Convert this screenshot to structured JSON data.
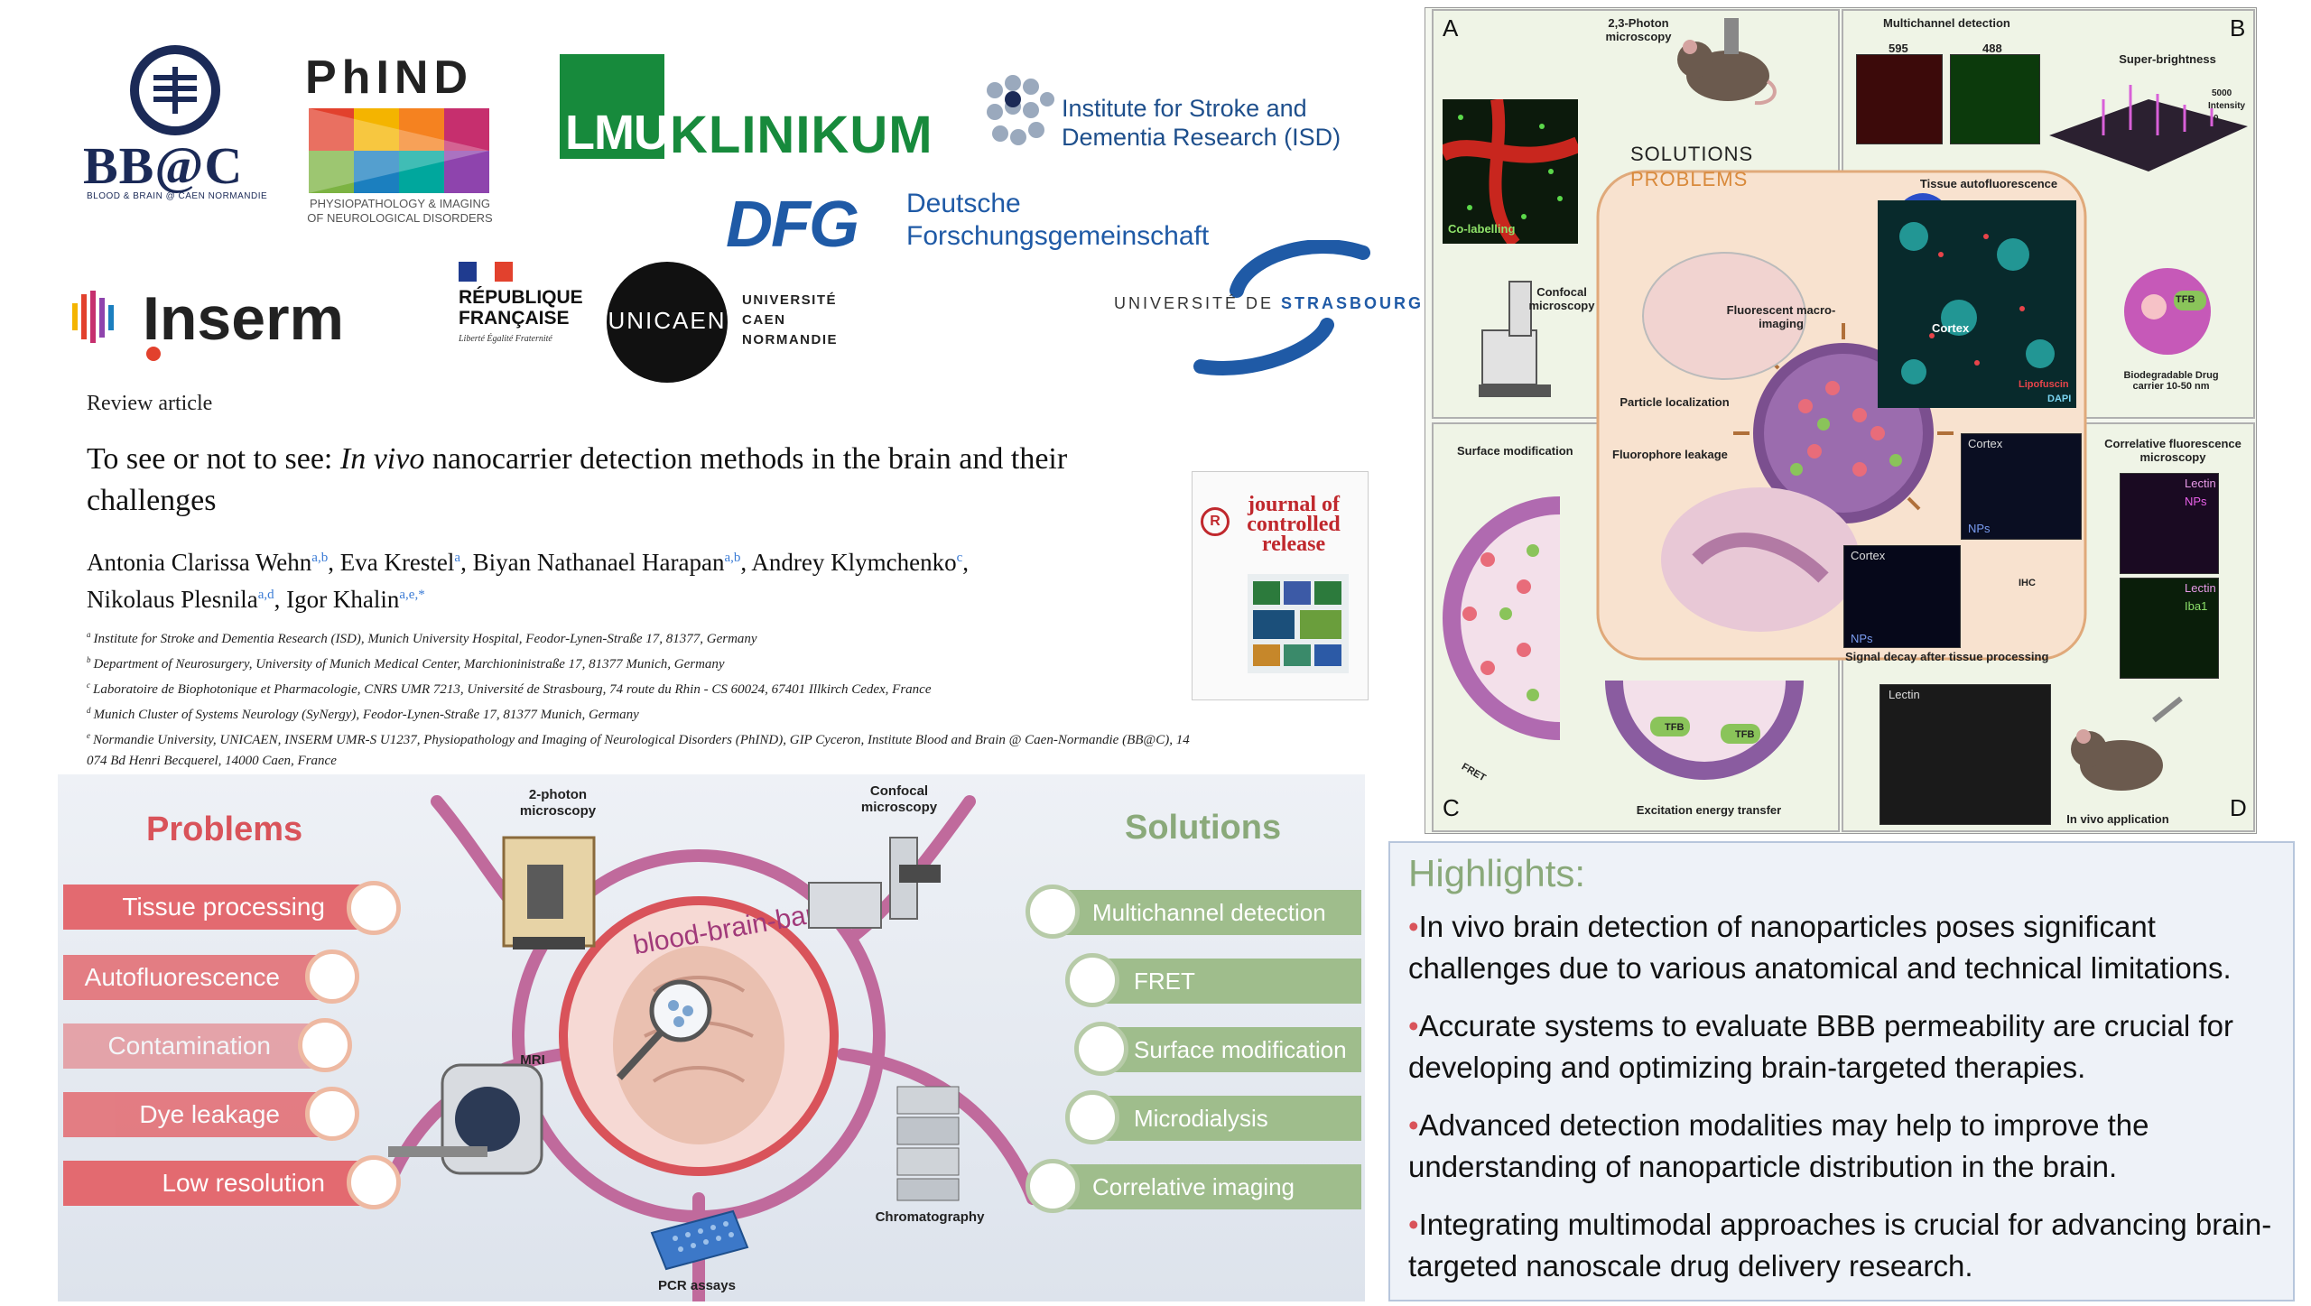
{
  "logos": {
    "bbc": {
      "title": "BB@C",
      "subtitle": "BLOOD & BRAIN @ CAEN NORMANDIE"
    },
    "phind": {
      "title": "PhIND",
      "subtitle": "PHYSIOPATHOLOGY & IMAGING OF NEUROLOGICAL DISORDERS"
    },
    "lmu": {
      "mark": "LMU",
      "text": "KLINIKUM"
    },
    "isd": {
      "text": "Institute for Stroke and Dementia Research (ISD)"
    },
    "dfg": {
      "mark": "DFG",
      "text": "Deutsche Forschungsgemeinschaft"
    },
    "inserm": {
      "text": "Inserm"
    },
    "republique": {
      "text": "RÉPUBLIQUE FRANÇAISE",
      "motto": "Liberté Égalité Fraternité"
    },
    "unicaen": {
      "mark": "UNICAEN",
      "text": "UNIVERSITÉ CAEN NORMANDIE"
    },
    "strasbourg": {
      "prefix": "UNIVERSITÉ DE ",
      "name": "STRASBOURG"
    }
  },
  "article": {
    "type": "Review article",
    "title_pre": "To see or not to see: ",
    "title_italic": "In vivo",
    "title_post": " nanocarrier detection methods in the brain and their challenges",
    "authors": [
      {
        "name": "Antonia Clarissa Wehn",
        "sup": "a,b",
        "sep": ", "
      },
      {
        "name": "Eva Krestel",
        "sup": "a",
        "sep": ", "
      },
      {
        "name": "Biyan Nathanael Harapan",
        "sup": "a,b",
        "sep": ", "
      },
      {
        "name": "Andrey Klymchenko",
        "sup": "c",
        "sep": ", "
      },
      {
        "name": "Nikolaus Plesnila",
        "sup": "a,d",
        "sep": ", "
      },
      {
        "name": "Igor Khalin",
        "sup": "a,e,*",
        "sep": ""
      }
    ],
    "affiliations": [
      {
        "key": "a",
        "text": "Institute for Stroke and Dementia Research (ISD), Munich University Hospital, Feodor-Lynen-Straße 17, 81377, Germany"
      },
      {
        "key": "b",
        "text": "Department of Neurosurgery, University of Munich Medical Center, Marchioninistraße 17, 81377 Munich, Germany"
      },
      {
        "key": "c",
        "text": "Laboratoire de Biophotonique et Pharmacologie, CNRS UMR 7213, Université de Strasbourg, 74 route du Rhin - CS 60024, 67401 Illkirch Cedex, France"
      },
      {
        "key": "d",
        "text": "Munich Cluster of Systems Neurology (SyNergy), Feodor-Lynen-Straße 17, 81377 Munich, Germany"
      },
      {
        "key": "e",
        "text": "Normandie University, UNICAEN, INSERM UMR-S U1237, Physiopathology and Imaging of Neurological Disorders (PhIND), GIP Cyceron, Institute Blood and Brain @ Caen-Normandie (BB@C), 14 074 Bd Henri Becquerel, 14000 Caen, France"
      }
    ],
    "journal": {
      "name": "journal of controlled release",
      "logo": "R"
    }
  },
  "graphical_abstract": {
    "problems_title": "Problems",
    "solutions_title": "Solutions",
    "problems": [
      "Tissue processing",
      "Autofluorescence",
      "Contamination",
      "Dye leakage",
      "Low resolution"
    ],
    "solutions": [
      "Multichannel detection",
      "FRET",
      "Surface modification",
      "Microdialysis",
      "Correlative imaging"
    ],
    "instruments": {
      "two_photon": "2-photon microscopy",
      "confocal": "Confocal microscopy",
      "mri": "MRI",
      "chromatography": "Chromatography",
      "pcr": "PCR assays"
    },
    "bbb_label": "blood-brain-barrier",
    "colors": {
      "problem": "#e36a70",
      "solution": "#9fbd8c",
      "bbb": "#a13a7a"
    }
  },
  "figure": {
    "panel_letters": [
      "A",
      "B",
      "C",
      "D"
    ],
    "center_title_1": "SOLUTIONS",
    "center_title_2": "PROBLEMS",
    "labels": {
      "photon": "2,3-Photon microscopy",
      "colabelling": "Co-labelling",
      "confocal": "Confocal microscopy",
      "particle": "Particle localization",
      "fluor_macro": "Fluorescent macro-imaging",
      "multichannel": "Multichannel detection",
      "ch595": "595",
      "ch488": "488",
      "superbright": "Super-brightness",
      "intensity_max": "5000",
      "intensity_label": "Intensity",
      "intensity_min": "0",
      "autofluor": "Tissue autofluorescence",
      "cortex": "Cortex",
      "lipofuscin": "Lipofuscin",
      "dapi": "DAPI",
      "tfb": "TFB",
      "biodegradable": "Biodegradable Drug carrier 10-50 nm",
      "surface_mod": "Surface modification",
      "fluor_leak": "Fluorophore leakage",
      "cortex_c": "Cortex",
      "nps": "NPs",
      "cortex_d": "Cortex",
      "nps_d": "NPs",
      "ihc": "IHC",
      "signal_decay": "Signal decay after tissue processing",
      "clem": "Correlative fluorescence microscopy",
      "lectin": "Lectin",
      "nps_clem": "NPs",
      "lectin2": "Lectin",
      "iba1": "Iba1",
      "fret": "FRET",
      "excitation": "Excitation energy transfer",
      "lectin_d": "Lectin",
      "invivo": "In vivo application"
    }
  },
  "highlights": {
    "title": "Highlights:",
    "items": [
      "In vivo brain detection of nanoparticles poses significant challenges due to various anatomical and technical limitations.",
      "Accurate systems to evaluate BBB permeability are crucial for developing and optimizing brain-targeted therapies.",
      "Advanced detection modalities may help to improve the understanding of nanoparticle distribution in the brain.",
      "Integrating multimodal approaches is crucial for advancing brain-targeted nanoscale drug delivery research."
    ]
  }
}
